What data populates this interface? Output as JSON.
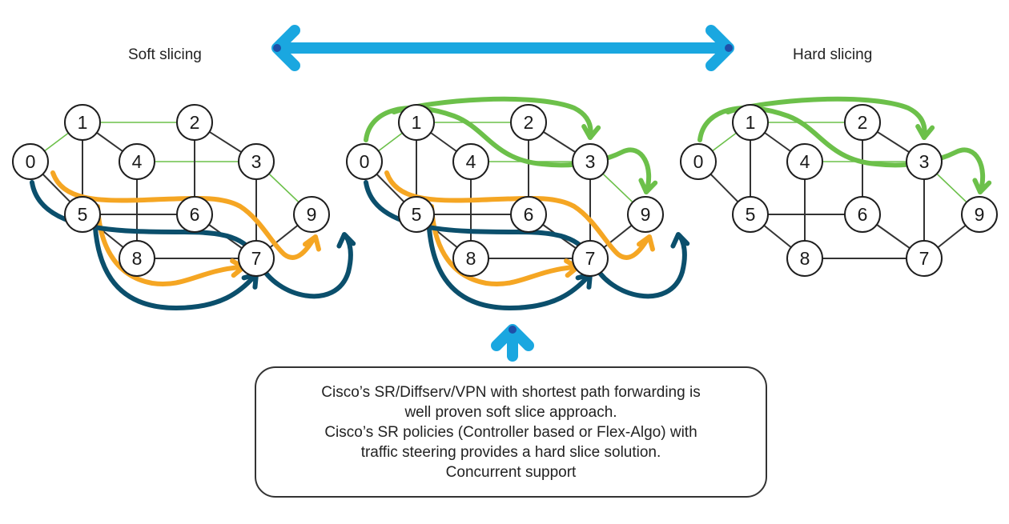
{
  "labels": {
    "soft": "Soft slicing",
    "hard": "Hard slicing"
  },
  "callout": {
    "lines": [
      "Cisco’s SR/Diffserv/VPN with shortest path forwarding is",
      "well proven soft slice approach.",
      "Cisco’s SR policies (Controller based or Flex-Algo) with",
      "traffic steering provides a hard slice solution.",
      "Concurrent support"
    ]
  },
  "graph": {
    "nodes": [
      "0",
      "1",
      "2",
      "3",
      "4",
      "5",
      "6",
      "7",
      "8",
      "9"
    ],
    "colors": {
      "node_stroke": "#1e1e1e",
      "edge_dark": "#333333",
      "edge_green": "#6cc04a",
      "path_green": "#6cc04a",
      "path_orange": "#f5a623",
      "path_navy": "#0b4f6c",
      "arrow_cyan": "#1aa7e0",
      "arrow_cyan_dark": "#1f4fa8"
    }
  }
}
